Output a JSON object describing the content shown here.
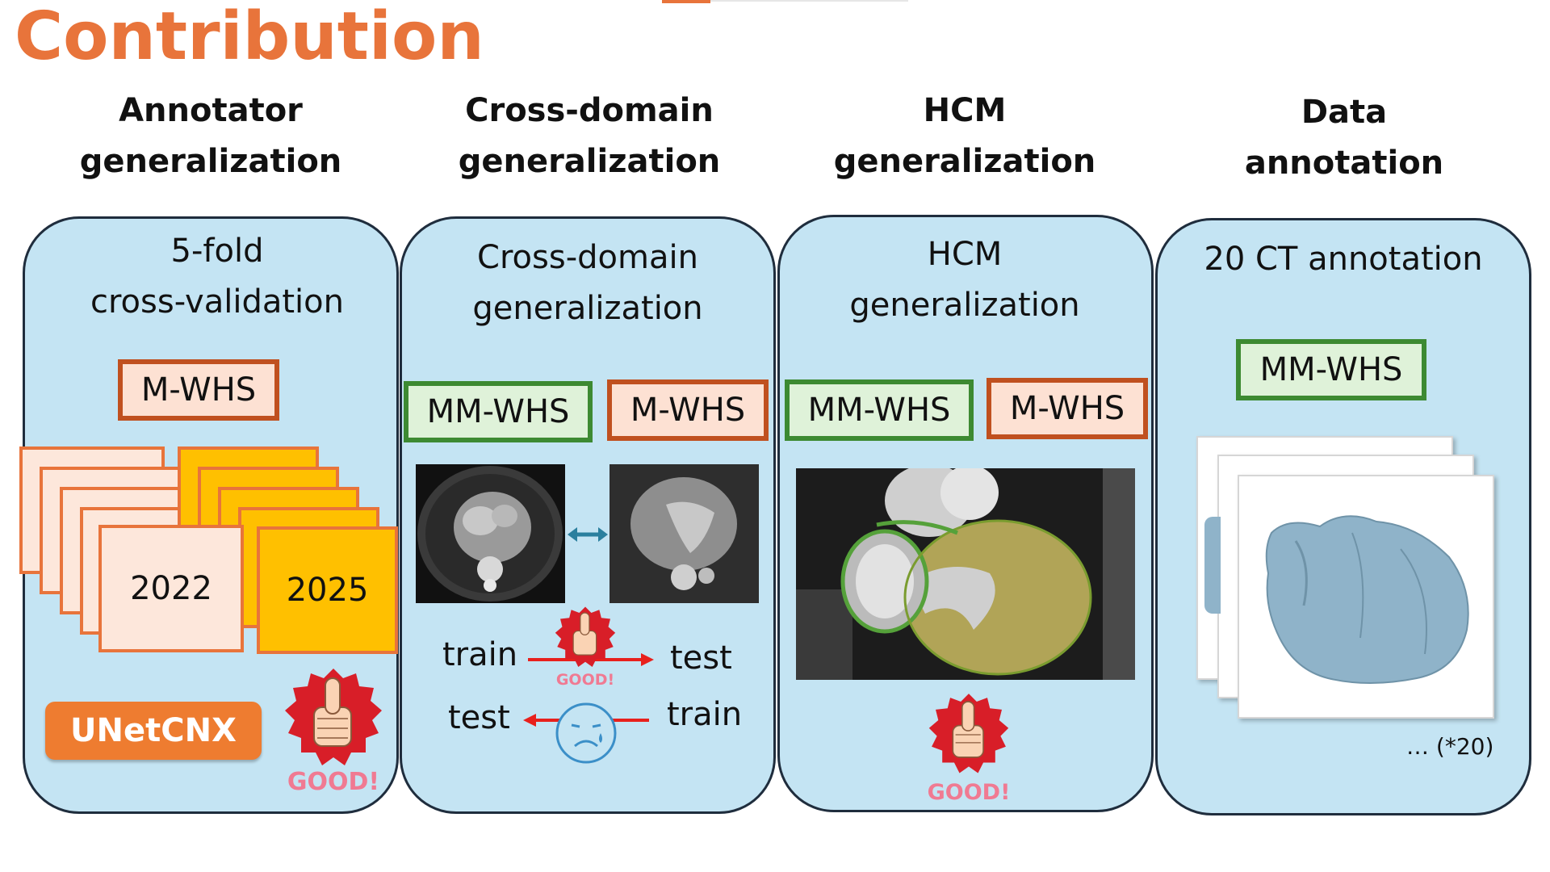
{
  "slide": {
    "title": "Contribution"
  },
  "columns": [
    {
      "heading": [
        "Annotator",
        "generalization"
      ],
      "panel_title": [
        "5-fold",
        "cross-validation"
      ]
    },
    {
      "heading": [
        "Cross-domain",
        "generalization"
      ],
      "panel_title": [
        "Cross-domain",
        "generalization"
      ]
    },
    {
      "heading": [
        "HCM",
        "generalization"
      ],
      "panel_title": [
        "HCM",
        "generalization"
      ]
    },
    {
      "heading": [
        "Data",
        "annotation"
      ],
      "panel_title": [
        "20 CT annotation"
      ]
    }
  ],
  "panel1": {
    "dataset_tag": "M-WHS",
    "year_a": "2022",
    "year_b": "2025",
    "model_button": "UNetCNX",
    "badge_text": "GOOD!"
  },
  "panel2": {
    "tag_left": "MM-WHS",
    "tag_right": "M-WHS",
    "row1": {
      "left": "train",
      "right": "test",
      "badge": "GOOD!"
    },
    "row2": {
      "left": "test",
      "right": "train"
    }
  },
  "panel3": {
    "tag_left": "MM-WHS",
    "tag_right": "M-WHS",
    "badge_text": "GOOD!"
  },
  "panel4": {
    "dataset_tag": "MM-WHS",
    "count_note": "… (*20)"
  },
  "colors": {
    "title": "#E8743B",
    "panel_bg": "#C4E4F3",
    "green_border": "#3d8a32",
    "orange_border": "#c0501f",
    "yellow_card": "#FFC000",
    "arrow_red": "#e8201c",
    "arrow_teal": "#2a7f9e",
    "heart_model": "#8fb3c9"
  },
  "icons": [
    "thumbs-up-good-icon",
    "sad-face-icon",
    "double-arrow-icon",
    "heart-3d-icon"
  ]
}
